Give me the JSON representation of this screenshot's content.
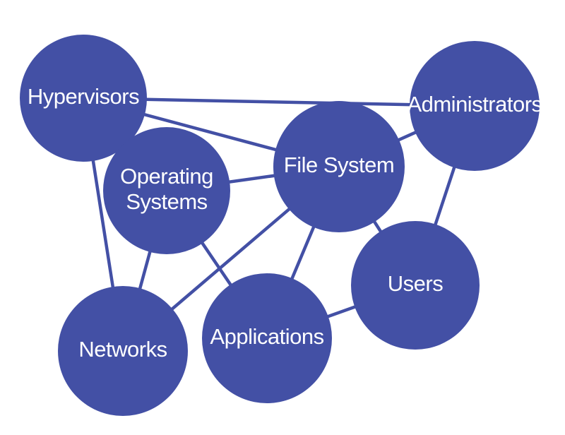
{
  "diagram": {
    "colors": {
      "node_fill": "#4350a5",
      "edge": "#4350a5",
      "label": "#ffffff",
      "background": "#ffffff"
    },
    "nodes": [
      {
        "id": "hypervisors",
        "label_lines": [
          "Hypervisors"
        ]
      },
      {
        "id": "administrators",
        "label_lines": [
          "Administrators"
        ]
      },
      {
        "id": "operating-systems",
        "label_lines": [
          "Operating",
          "Systems"
        ]
      },
      {
        "id": "file-system",
        "label_lines": [
          "File System"
        ]
      },
      {
        "id": "users",
        "label_lines": [
          "Users"
        ]
      },
      {
        "id": "networks",
        "label_lines": [
          "Networks"
        ]
      },
      {
        "id": "applications",
        "label_lines": [
          "Applications"
        ]
      }
    ],
    "edges": [
      {
        "from": "hypervisors",
        "to": "administrators"
      },
      {
        "from": "hypervisors",
        "to": "file-system"
      },
      {
        "from": "hypervisors",
        "to": "operating-systems"
      },
      {
        "from": "hypervisors",
        "to": "networks"
      },
      {
        "from": "operating-systems",
        "to": "file-system"
      },
      {
        "from": "operating-systems",
        "to": "networks"
      },
      {
        "from": "operating-systems",
        "to": "applications"
      },
      {
        "from": "file-system",
        "to": "administrators"
      },
      {
        "from": "file-system",
        "to": "networks"
      },
      {
        "from": "file-system",
        "to": "applications"
      },
      {
        "from": "file-system",
        "to": "users"
      },
      {
        "from": "administrators",
        "to": "users"
      },
      {
        "from": "users",
        "to": "applications"
      }
    ]
  }
}
